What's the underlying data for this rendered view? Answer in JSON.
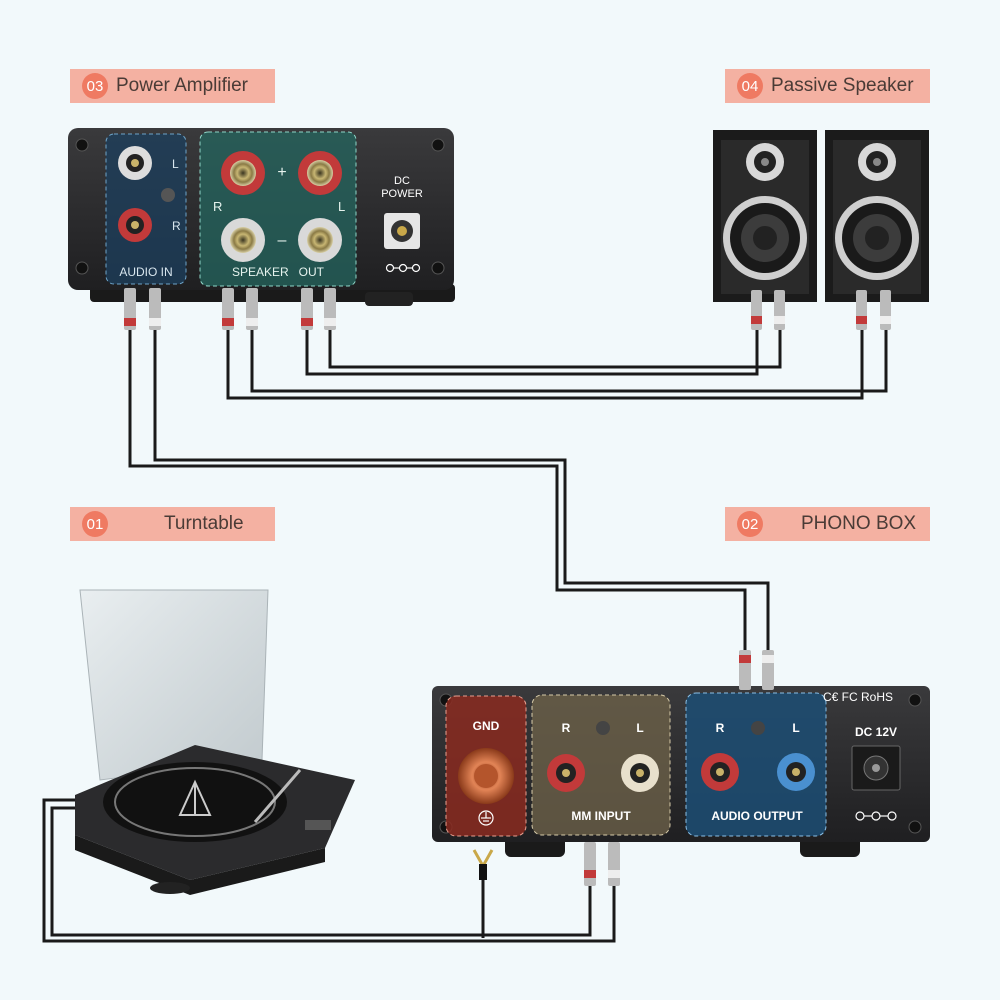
{
  "labels": {
    "amp": {
      "num": "03",
      "text": "Power Amplifier"
    },
    "speaker": {
      "num": "04",
      "text": "Passive Speaker"
    },
    "turntable": {
      "num": "01",
      "text": "Turntable"
    },
    "phono": {
      "num": "02",
      "text": "PHONO BOX"
    }
  },
  "amp": {
    "ch_l": "L",
    "ch_r": "R",
    "audio_in": "AUDIO IN",
    "plus": "+",
    "minus": "–",
    "spk_r": "R",
    "spk_l": "L",
    "speaker_out": "SPEAKER   OUT",
    "dc": "DC",
    "power": "POWER"
  },
  "phono": {
    "gnd": "GND",
    "mm_r": "R",
    "mm_l": "L",
    "mm_input": "MM INPUT",
    "out_r": "R",
    "out_l": "L",
    "audio_output": "AUDIO OUTPUT",
    "dc12": "DC 12V",
    "cert": "C€ FC RoHS"
  },
  "colors": {
    "background": "#f2f9fb",
    "label_bg": "#f4b1a2",
    "label_num": "#ef7a62",
    "cable": "#1a1a1a"
  }
}
